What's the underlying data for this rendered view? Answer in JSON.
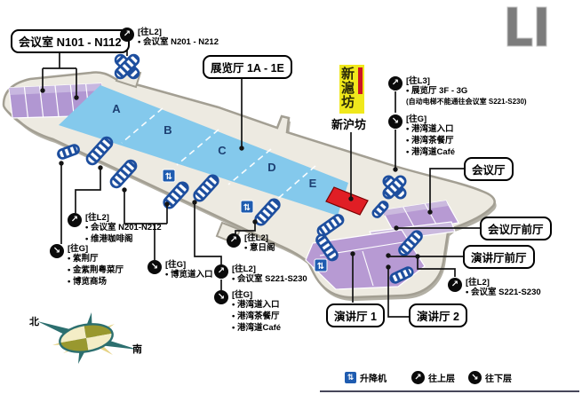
{
  "level_badge": "L1",
  "callouts": {
    "rooms_n101": "会议室 N101 - N112",
    "exhibition_halls": "展览厅 1A - 1E",
    "convention_hall": "会议厅",
    "convention_hall_foyer": "会议厅前厅",
    "theatre_foyer": "演讲厅前厅",
    "theatre_1": "演讲厅 1",
    "theatre_2": "演讲厅 2"
  },
  "xinhufang": {
    "logo_vertical": "新滬坊",
    "caption": "新沪坊"
  },
  "map": {
    "hall_sections": [
      "A",
      "B",
      "C",
      "D",
      "E"
    ]
  },
  "icons": {
    "up_glyph": "↗",
    "down_glyph": "↘",
    "lift_glyph": "⇅"
  },
  "annotations": [
    {
      "tag": "[往L2]",
      "items": [
        "会议室 N201 - N212"
      ]
    },
    {
      "tag": "[往L3]",
      "items": [
        "展览厅 3F - 3G"
      ],
      "note": "(自动电梯不能通往会议室 S221-S230)"
    },
    {
      "tag": "[往G]",
      "items": [
        "港湾道入口",
        "港湾茶餐厅",
        "港湾道Café"
      ]
    },
    {
      "tag": "[往L2]",
      "items": [
        "会议室 N201-N212",
        "维港咖啡阁"
      ]
    },
    {
      "tag": "[往G]",
      "items": [
        "紫荆厅",
        "金紫荆粤菜厅",
        "博览商场"
      ]
    },
    {
      "tag": "[往G]",
      "items": [
        "博览道入口"
      ]
    },
    {
      "tag": "[往L2]",
      "items": [
        "意日阁"
      ]
    },
    {
      "tag": "[往L2]",
      "items": [
        "会议室 S221-S230"
      ]
    },
    {
      "tag": "[往G]",
      "items": [
        "港湾道入口",
        "港湾茶餐厅",
        "港湾道Café"
      ]
    },
    {
      "tag": "[往L2]",
      "items": [
        "会议室 S221-S230"
      ]
    }
  ],
  "legend": {
    "lift": "升降机",
    "up": "往上层",
    "down": "往下层"
  },
  "compass": {
    "north": "北",
    "south": "南"
  },
  "colors": {
    "hall_blue": "#84c9ec",
    "room_purple": "#b197d2",
    "room_purple_light": "#cbbade",
    "highlight_red": "#e01e25",
    "escalator_blue": "#1d4e9e",
    "lift_blue": "#1f5cb0",
    "floor_gray": "#edeae1",
    "logo_yellow": "#f0e81c"
  }
}
